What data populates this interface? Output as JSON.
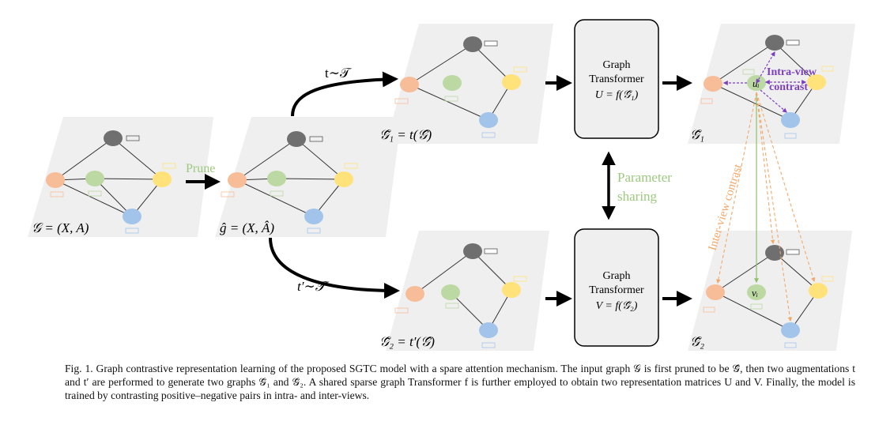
{
  "graphs": {
    "G": {
      "label": "𝒢 = (X, A)"
    },
    "G_hat": {
      "label": "ĝ = (X, Â)"
    },
    "G1": {
      "label": "𝒢̃₁ = t(𝒢̂)"
    },
    "G2": {
      "label": "𝒢̃₂ = t′(𝒢̂)"
    },
    "G1_out": {
      "label": "𝒢̃₁"
    },
    "G2_out": {
      "label": "𝒢̃₂"
    }
  },
  "edges": {
    "prune": "Prune",
    "t_aug": "t∼𝒯",
    "t_prime_aug": "t′∼𝒯",
    "param_sharing_1": "Parameter",
    "param_sharing_2": "sharing"
  },
  "transformers": {
    "top": {
      "line1": "Graph",
      "line2": "Transformer",
      "formula": "U = f(𝒢̃₁)"
    },
    "bottom": {
      "line1": "Graph",
      "line2": "Transformer",
      "formula": "V = f(𝒢̃₂)"
    }
  },
  "contrast": {
    "intra_1": "Intra-view",
    "intra_2": "contrast",
    "inter": "Inter-view contrast",
    "node_u": "uᵢ",
    "node_v": "vᵢ"
  },
  "colors": {
    "panel": "#efefef",
    "node_gray": "#6f6f6f",
    "node_orange": "#f7bd99",
    "node_green": "#bcd9a4",
    "node_yellow": "#ffe27a",
    "node_blue": "#a3c4ea",
    "green_text": "#9dc97f",
    "purple": "#7b3fbf",
    "orange_text": "#f2a86a"
  },
  "caption": {
    "text": "Fig. 1.   Graph contrastive representation learning of the proposed SGTC model with a spare attention mechanism. The input graph 𝒢 is first pruned to be 𝒢̂, then two augmentations t and t′ are performed to generate two graphs 𝒢̃₁ and 𝒢̃₂. A shared sparse graph Transformer f is further employed to obtain two representation matrices U and V. Finally, the model is trained by contrasting positive–negative pairs in intra- and inter-views."
  }
}
